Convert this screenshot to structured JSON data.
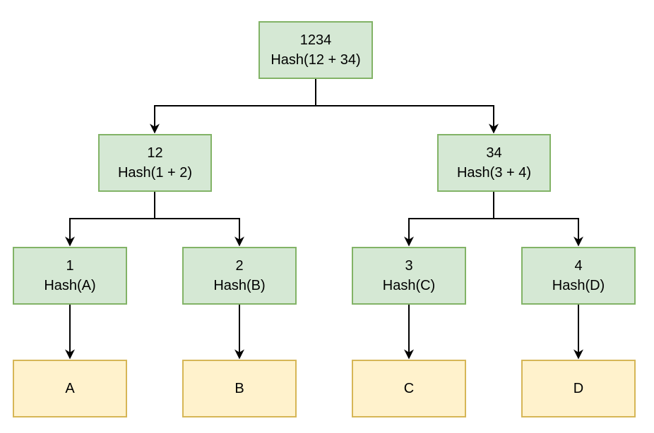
{
  "colors": {
    "hash_fill": "#d5e8d4",
    "hash_border": "#82b366",
    "leaf_fill": "#fff2cc",
    "leaf_border": "#d6b656",
    "edge": "#000000"
  },
  "root": {
    "id": "1234",
    "hash": "Hash(12 + 34)"
  },
  "level1": [
    {
      "id": "12",
      "hash": "Hash(1 + 2)"
    },
    {
      "id": "34",
      "hash": "Hash(3 + 4)"
    }
  ],
  "level2": [
    {
      "id": "1",
      "hash": "Hash(A)"
    },
    {
      "id": "2",
      "hash": "Hash(B)"
    },
    {
      "id": "3",
      "hash": "Hash(C)"
    },
    {
      "id": "4",
      "hash": "Hash(D)"
    }
  ],
  "leaves": [
    "A",
    "B",
    "C",
    "D"
  ]
}
